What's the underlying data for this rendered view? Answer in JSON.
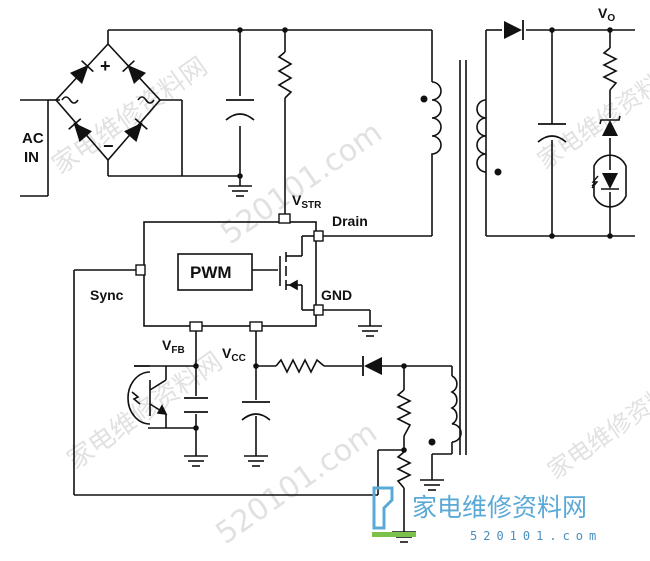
{
  "labels": {
    "ac_in_line1": "AC",
    "ac_in_line2": "IN",
    "vo": "V",
    "vo_sub": "O",
    "vstr": "V",
    "vstr_sub": "STR",
    "drain": "Drain",
    "pwm": "PWM",
    "gnd": "GND",
    "sync": "Sync",
    "vfb": "V",
    "vfb_sub": "FB",
    "vcc": "V",
    "vcc_sub": "CC",
    "bridge_plus": "+",
    "bridge_minus": "−"
  },
  "watermark": {
    "text_cn": "家电维修资料网",
    "text_url": "520101.com",
    "logo_cn": "家电维修资料网",
    "logo_url": "520101.com"
  },
  "colors": {
    "wire": "#111111",
    "logo_blue": "#5aa9d6",
    "logo_green": "#7cc24a"
  }
}
